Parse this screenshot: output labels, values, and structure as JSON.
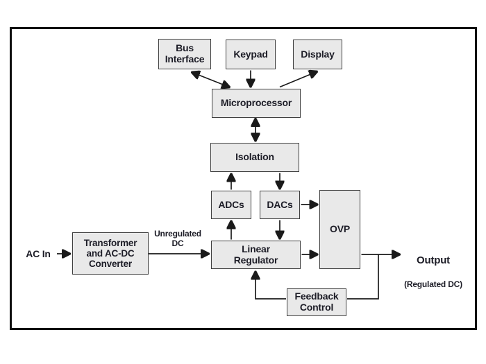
{
  "colors": {
    "background": "#ffffff",
    "frame": "#101010",
    "box_fill": "#e9e9e9",
    "box_border": "#3f3f3f",
    "ink": "#1c1c26",
    "wire": "#1a1a1a"
  },
  "nodes": {
    "bus_interface": {
      "label": "Bus\nInterface"
    },
    "keypad": {
      "label": "Keypad"
    },
    "display": {
      "label": "Display"
    },
    "microprocessor": {
      "label": "Microprocessor"
    },
    "isolation": {
      "label": "Isolation"
    },
    "adcs": {
      "label": "ADCs"
    },
    "dacs": {
      "label": "DACs"
    },
    "ovp": {
      "label": "OVP"
    },
    "transformer": {
      "label": "Transformer\nand AC-DC\nConverter"
    },
    "linear_regulator": {
      "label": "Linear\nRegulator"
    },
    "feedback_control": {
      "label": "Feedback\nControl"
    }
  },
  "labels": {
    "ac_in": "AC In",
    "unregulated_dc": "Unregulated\nDC",
    "output": "Output",
    "output_sub": "(Regulated DC)"
  },
  "edges": [
    {
      "from": "bus_interface",
      "to": "microprocessor",
      "direction": "bidirectional"
    },
    {
      "from": "keypad",
      "to": "microprocessor",
      "direction": "one-way"
    },
    {
      "from": "microprocessor",
      "to": "display",
      "direction": "one-way"
    },
    {
      "from": "microprocessor",
      "to": "isolation",
      "direction": "bidirectional"
    },
    {
      "from": "adcs",
      "to": "isolation",
      "direction": "one-way"
    },
    {
      "from": "isolation",
      "to": "dacs",
      "direction": "one-way"
    },
    {
      "from": "dacs",
      "to": "ovp",
      "direction": "one-way"
    },
    {
      "from": "dacs",
      "to": "linear_regulator",
      "direction": "one-way"
    },
    {
      "from": "linear_regulator",
      "to": "adcs",
      "direction": "one-way"
    },
    {
      "from": "ac_in",
      "to": "transformer",
      "direction": "one-way"
    },
    {
      "from": "transformer",
      "to": "linear_regulator",
      "direction": "one-way",
      "label": "Unregulated DC"
    },
    {
      "from": "linear_regulator",
      "to": "ovp",
      "direction": "one-way"
    },
    {
      "from": "ovp",
      "to": "output",
      "direction": "one-way",
      "label": "Output (Regulated DC)"
    },
    {
      "from": "output_line",
      "to": "feedback_control",
      "direction": "one-way"
    },
    {
      "from": "feedback_control",
      "to": "linear_regulator",
      "direction": "one-way"
    }
  ]
}
